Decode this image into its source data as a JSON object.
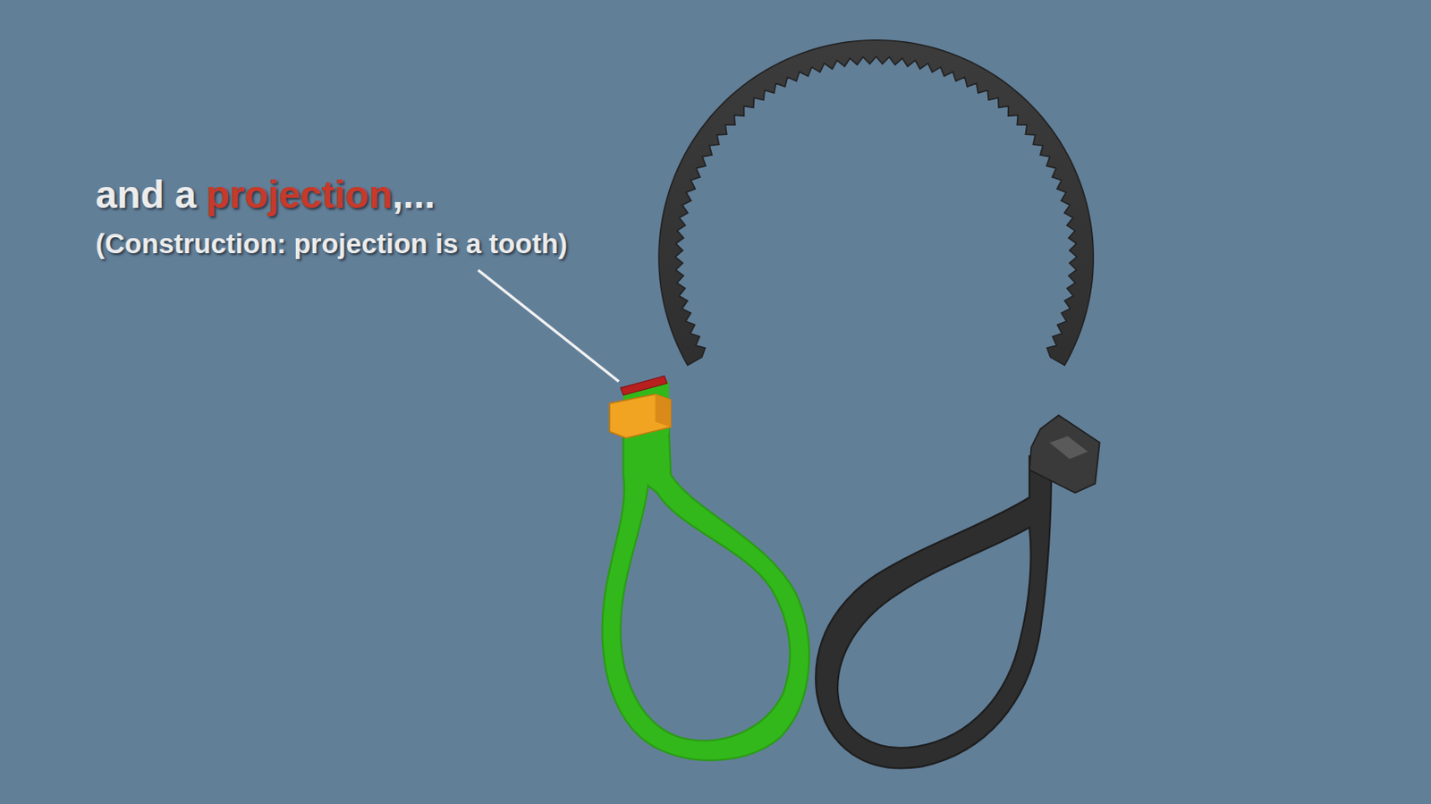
{
  "diagram": {
    "labels": [
      "and a",
      "projection",
      ",...",
      "(Construction: projection is a tooth)"
    ]
  }
}
